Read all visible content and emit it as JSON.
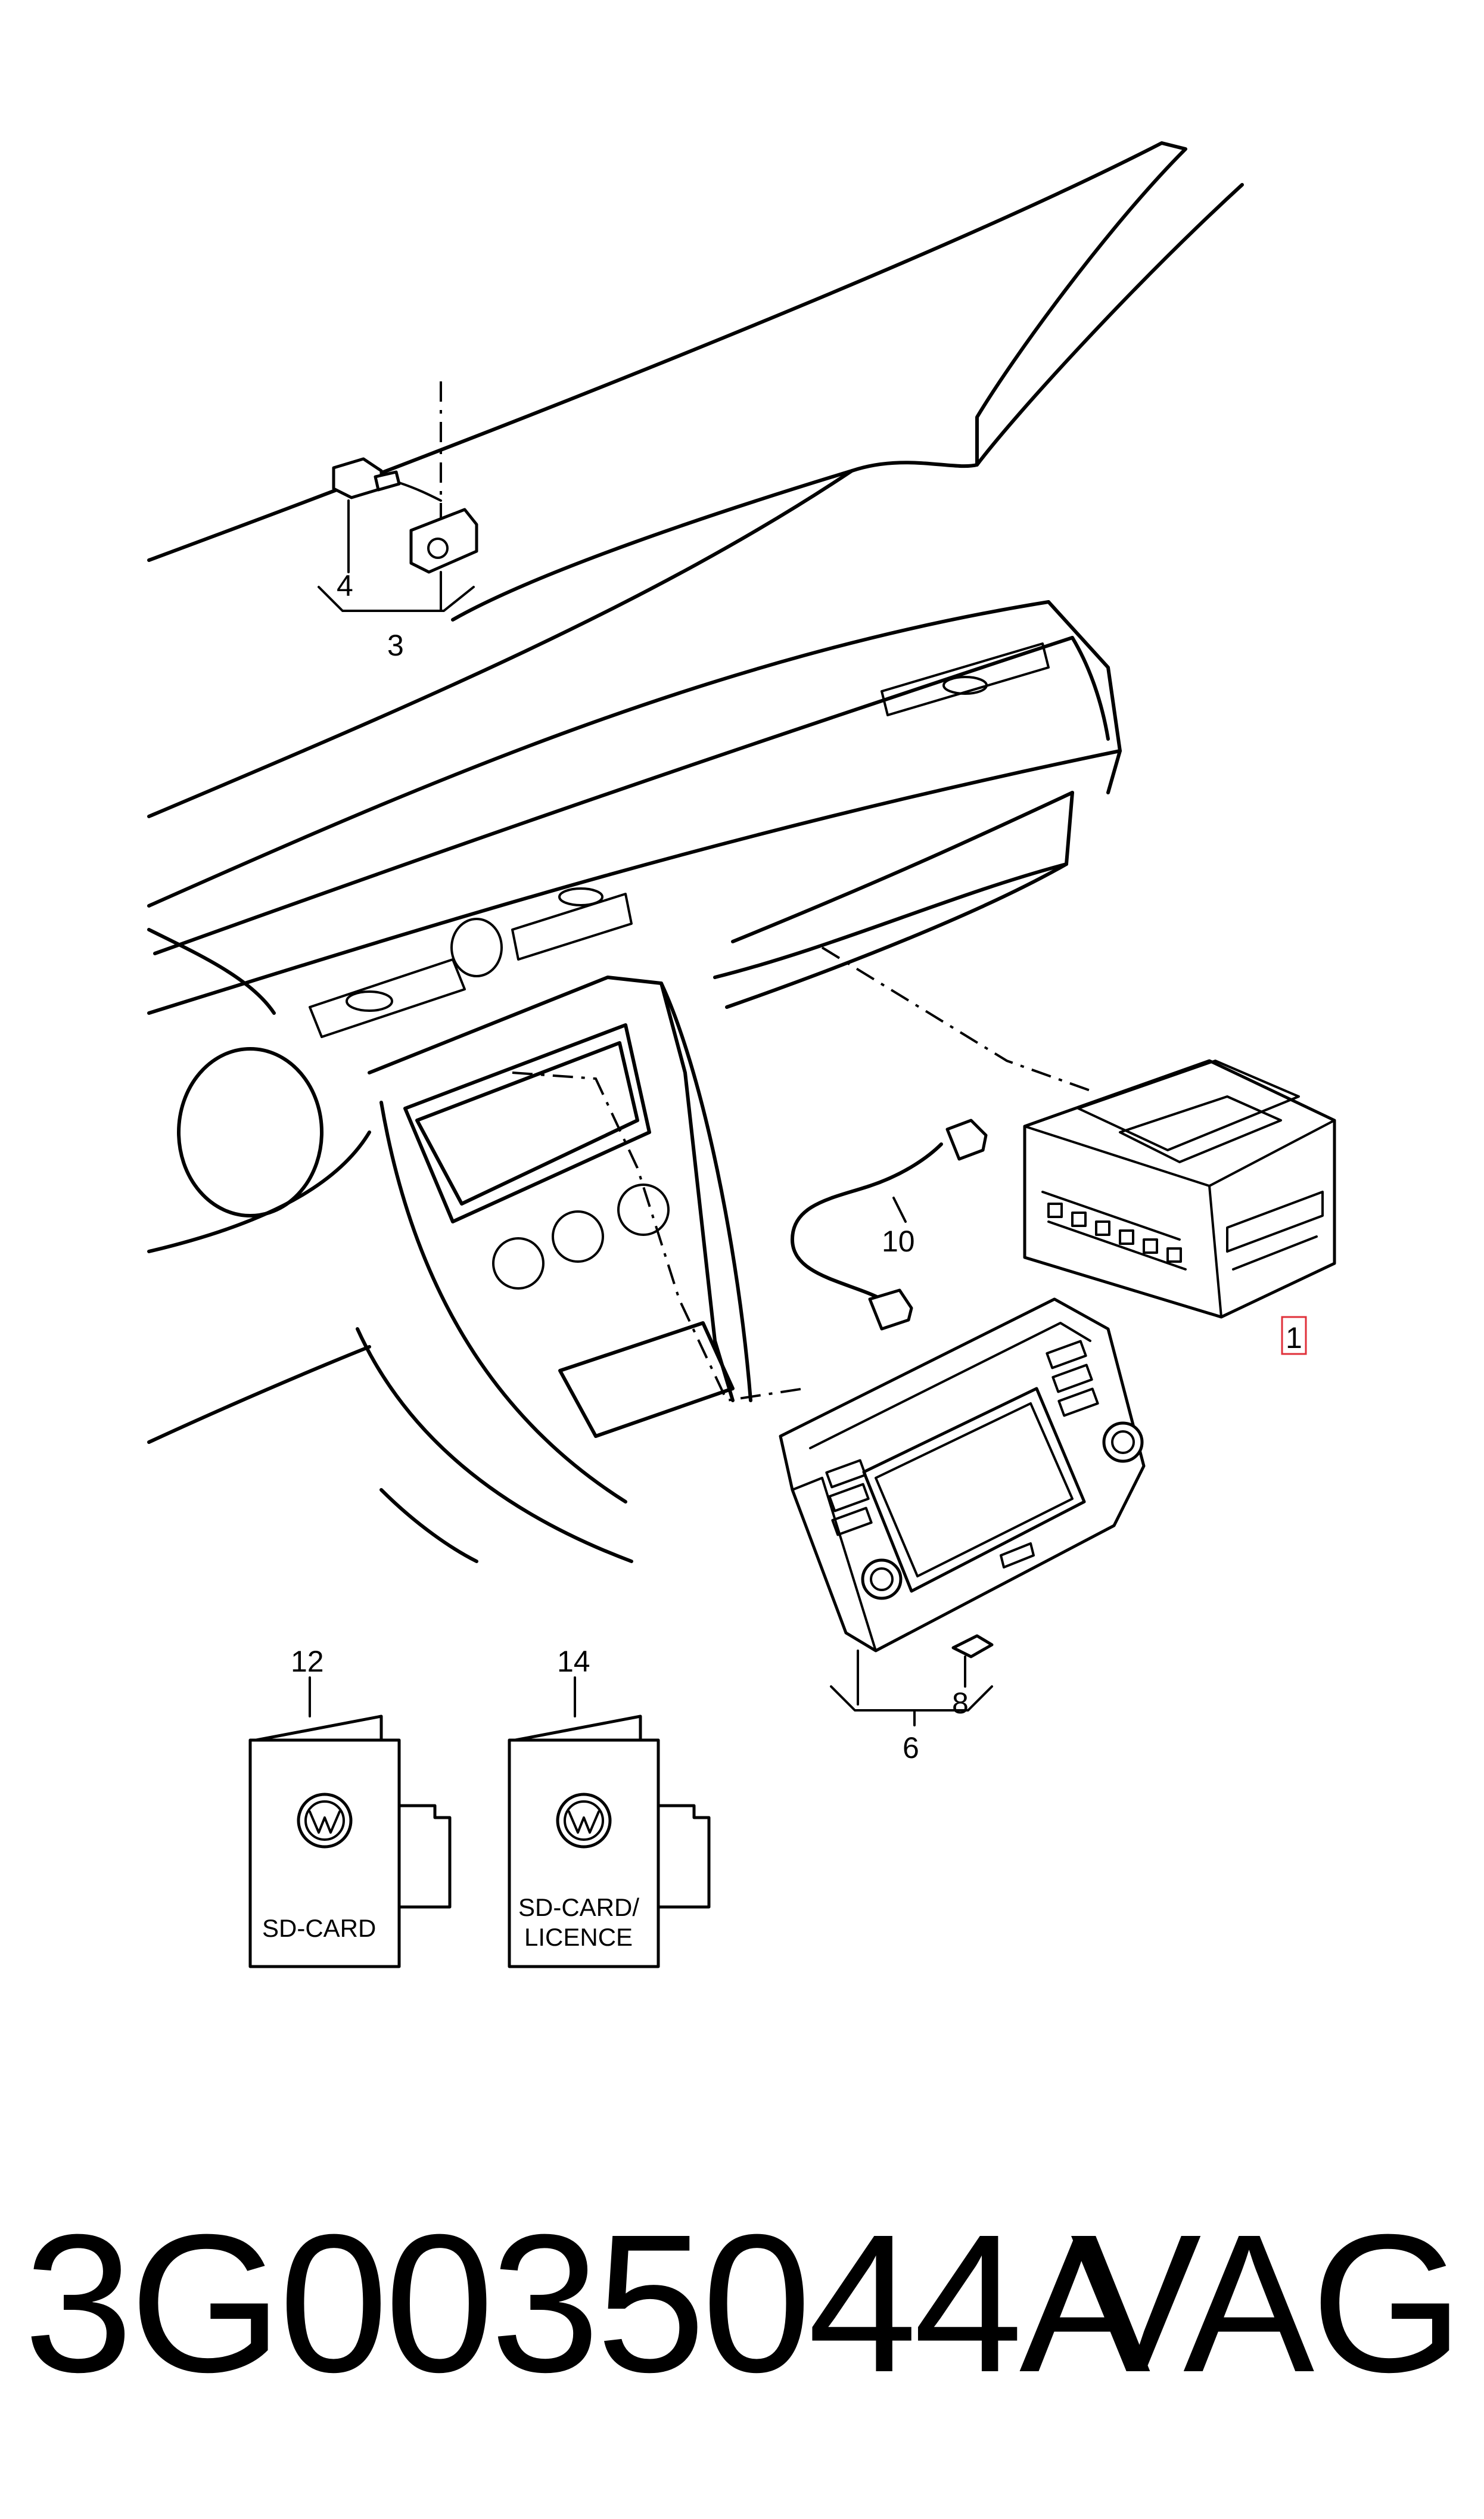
{
  "callouts": {
    "c1": "1",
    "c3": "3",
    "c4": "4",
    "c6": "6",
    "c8": "8",
    "c10": "10",
    "c12": "12",
    "c14": "14"
  },
  "cards": {
    "sd_card": {
      "label": "SD-CARD"
    },
    "sd_card_licence": {
      "label_line1": "SD-CARD/",
      "label_line2": "LICENCE"
    }
  },
  "footer": {
    "part_number": "3G0035044A",
    "brand": "VAG"
  },
  "colors": {
    "line": "#000000",
    "highlight": "#e0303a",
    "background": "#ffffff"
  }
}
